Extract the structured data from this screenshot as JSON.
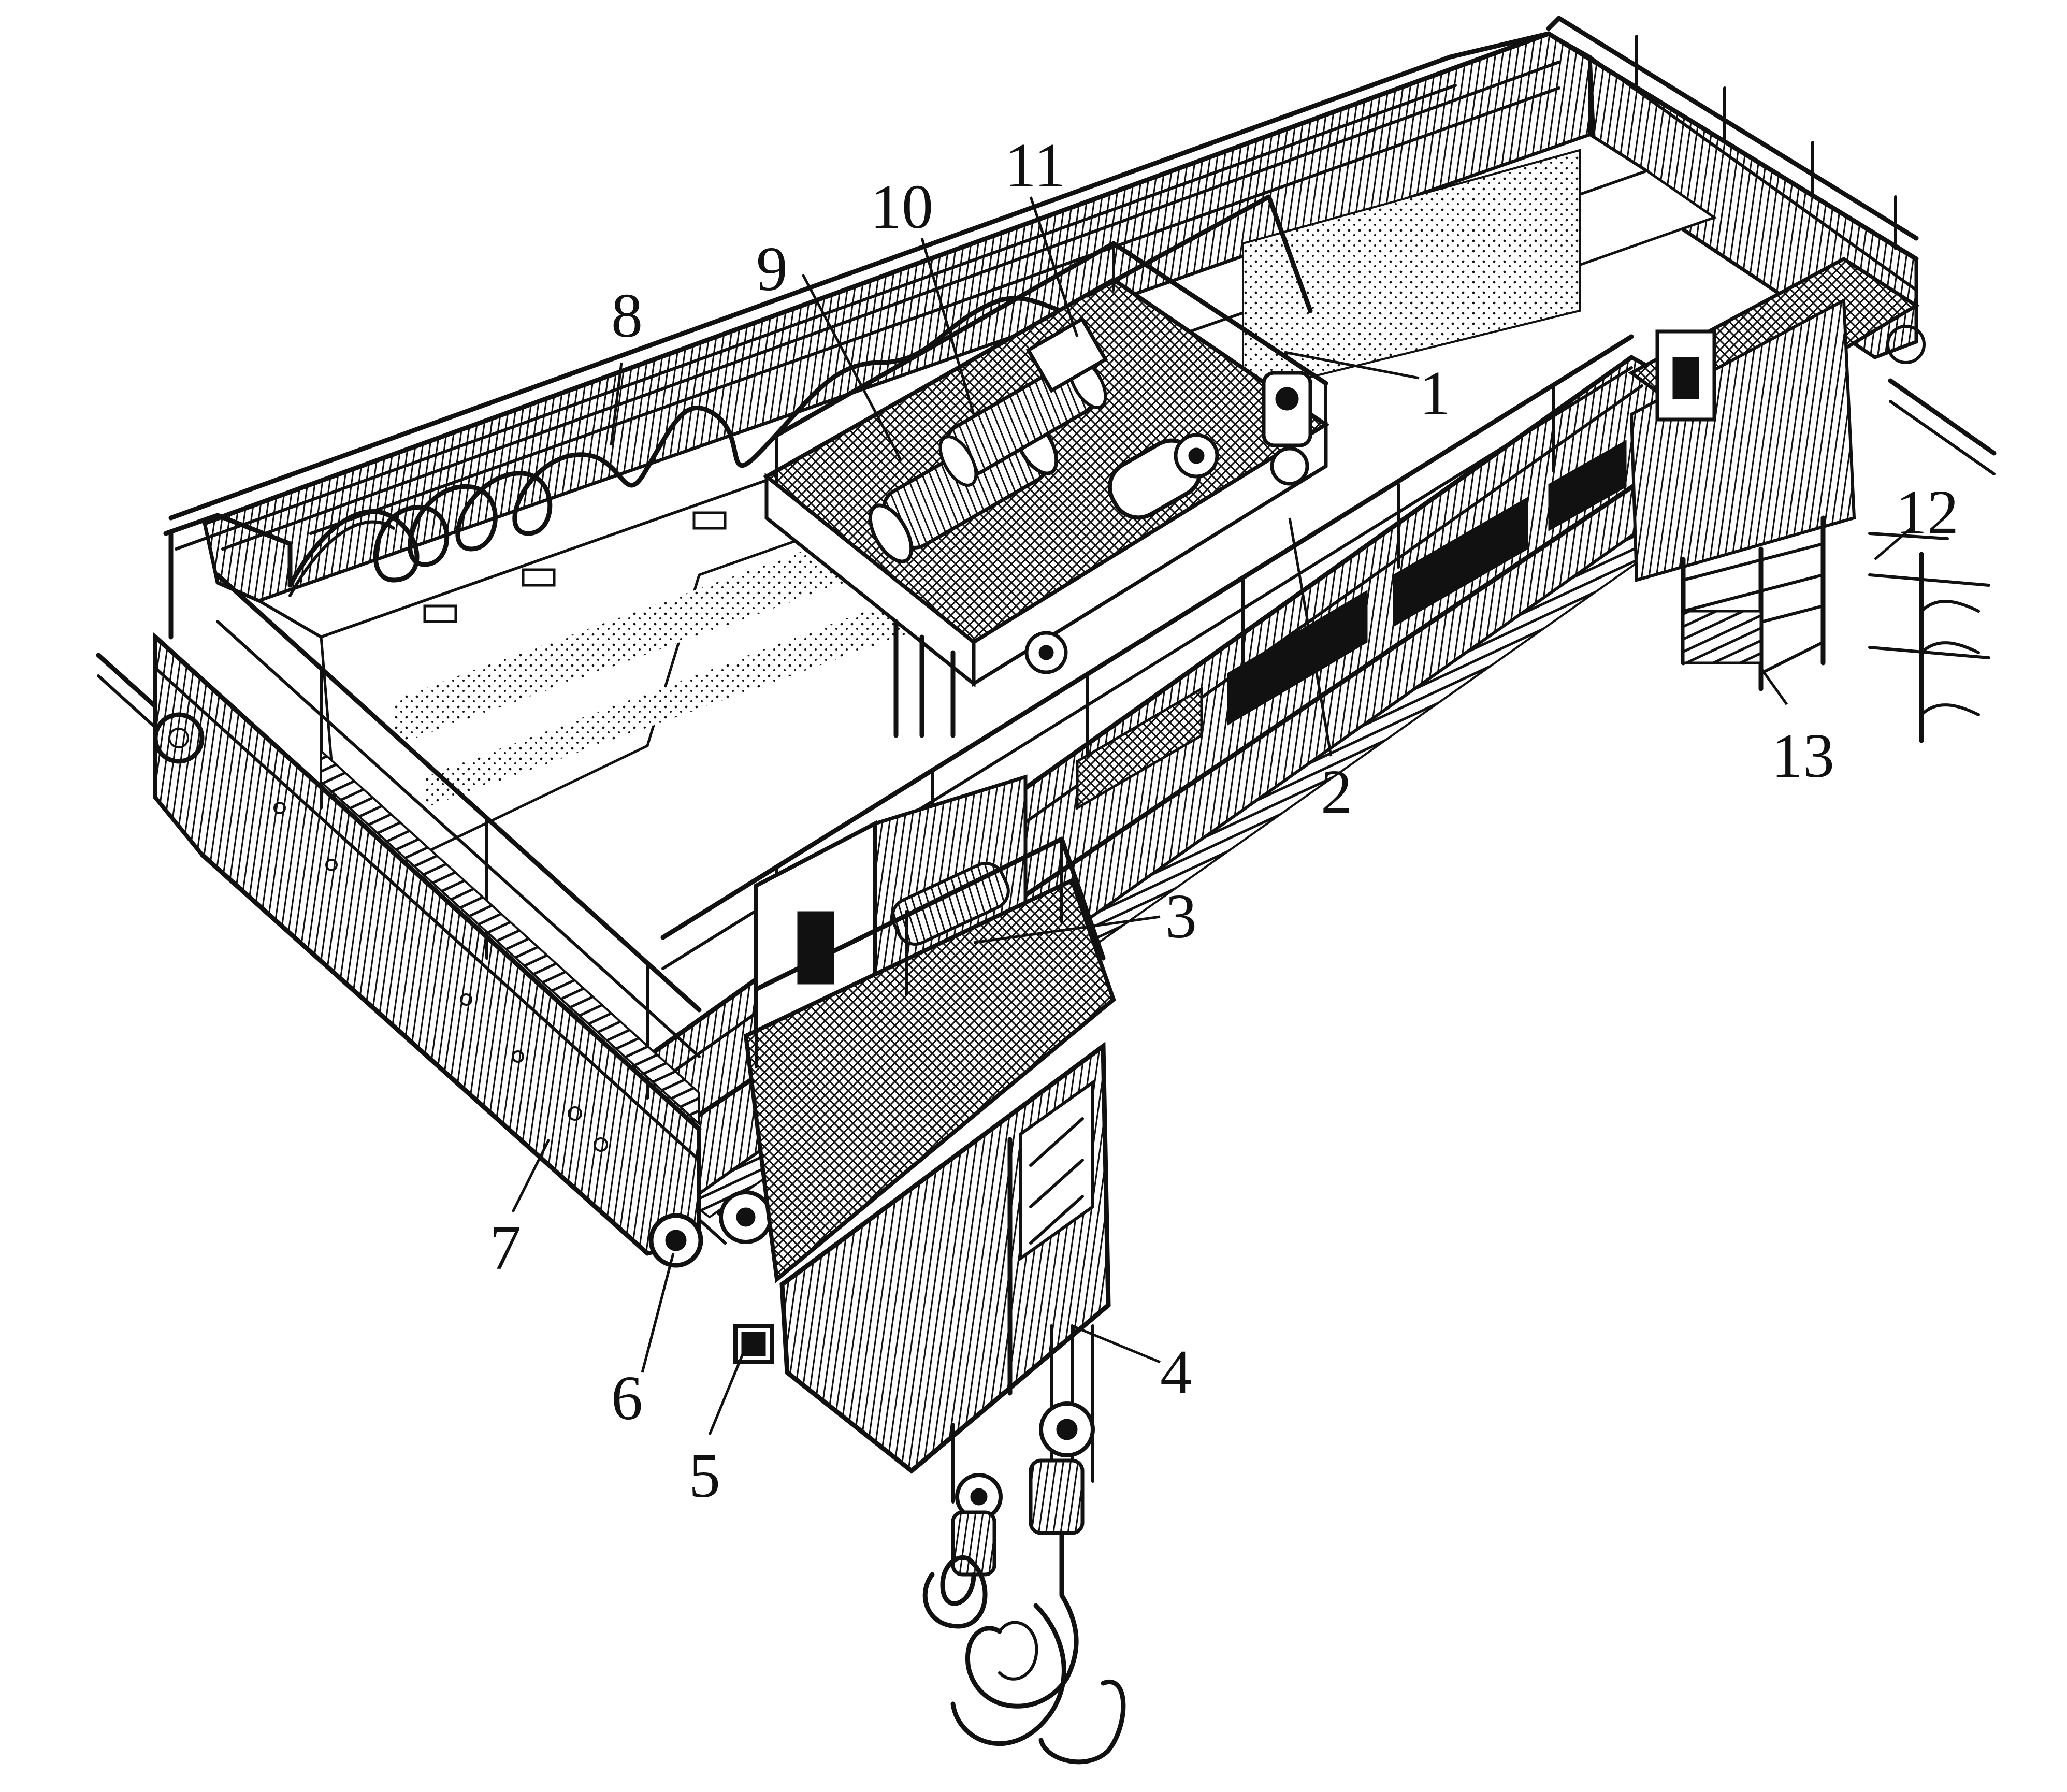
{
  "callouts": [
    {
      "id": "c1",
      "text": "1"
    },
    {
      "id": "c2",
      "text": "2"
    },
    {
      "id": "c3",
      "text": "3"
    },
    {
      "id": "c4",
      "text": "4"
    },
    {
      "id": "c5",
      "text": "5"
    },
    {
      "id": "c6",
      "text": "6"
    },
    {
      "id": "c7",
      "text": "7"
    },
    {
      "id": "c8",
      "text": "8"
    },
    {
      "id": "c9",
      "text": "9"
    },
    {
      "id": "c10",
      "text": "10"
    },
    {
      "id": "c11",
      "text": "11"
    },
    {
      "id": "c12",
      "text": "12"
    },
    {
      "id": "c13",
      "text": "13"
    }
  ],
  "colors": {
    "ink": "#111111",
    "paper": "#ffffff"
  }
}
